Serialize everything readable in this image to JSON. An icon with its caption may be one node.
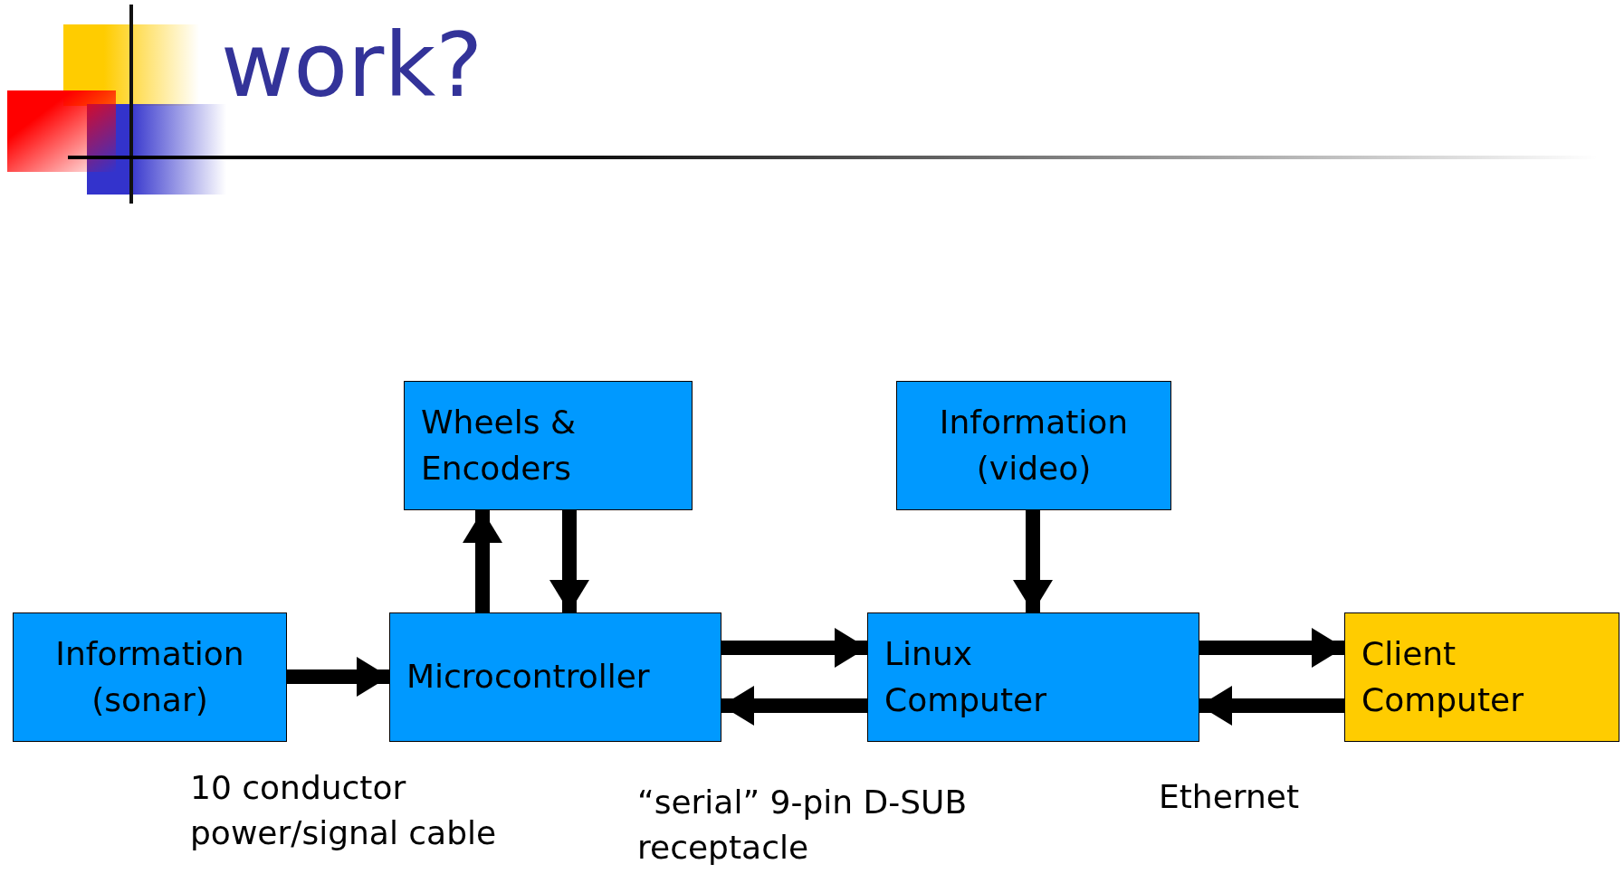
{
  "diagram": {
    "title": "work?",
    "nodes": [
      {
        "text": [
          "Wheels & Encoders"
        ]
      },
      {
        "text": [
          "Information (video)"
        ]
      },
      {
        "text": [
          "Information (sonar)"
        ]
      },
      {
        "text": [
          "Microcontroller"
        ]
      },
      {
        "text": [
          "Linux Computer"
        ]
      },
      {
        "text": [
          "Client Computer"
        ]
      }
    ],
    "edges": [
      {
        "from": 2,
        "to": 3,
        "arrow": "to"
      },
      {
        "from": 3,
        "to": 0,
        "arrow": "to"
      },
      {
        "from": 0,
        "to": 3,
        "arrow": "to"
      },
      {
        "from": 3,
        "to": 4,
        "arrow": "to"
      },
      {
        "from": 4,
        "to": 3,
        "arrow": "to"
      },
      {
        "from": 1,
        "to": 4,
        "arrow": "to"
      },
      {
        "from": 4,
        "to": 5,
        "arrow": "to"
      },
      {
        "from": 5,
        "to": 4,
        "arrow": "to"
      }
    ],
    "labels": [
      "10 conductor power/signal cable",
      "“serial” 9-pin D-SUB receptacle",
      "Ethernet"
    ]
  }
}
